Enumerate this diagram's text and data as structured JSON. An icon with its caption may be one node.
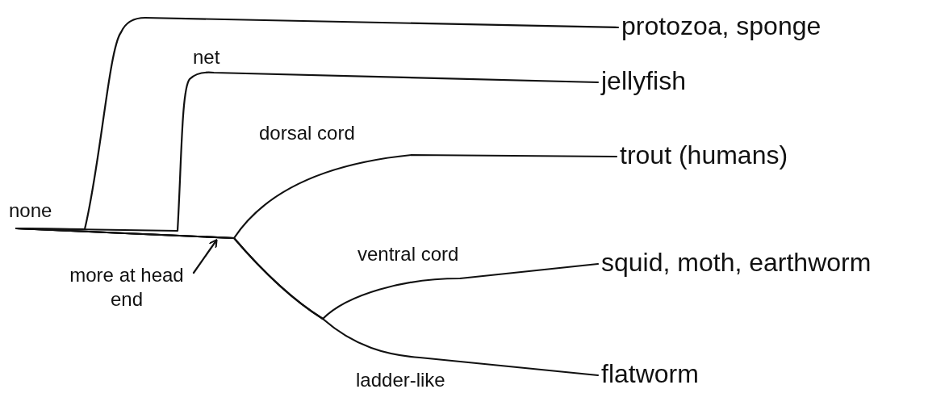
{
  "diagram": {
    "nodes": [
      {
        "text": [
          "protozoa, sponge"
        ]
      },
      {
        "text": [
          "jellyfish"
        ]
      },
      {
        "text": [
          "trout (humans)"
        ]
      },
      {
        "text": [
          "squid, moth, earthworm"
        ]
      },
      {
        "text": [
          "flatworm"
        ]
      },
      {
        "text": [
          "more at head end"
        ]
      }
    ],
    "edges": [
      {
        "from": null,
        "to": 0,
        "arrow": "none",
        "label": "none"
      },
      {
        "from": null,
        "to": 1,
        "arrow": "none",
        "label": "net"
      },
      {
        "from": null,
        "to": 2,
        "arrow": "none",
        "label": "dorsal cord"
      },
      {
        "from": null,
        "to": 3,
        "arrow": "none",
        "label": "ventral cord"
      },
      {
        "from": null,
        "to": 4,
        "arrow": "none",
        "label": "ladder-like"
      },
      {
        "from": 5,
        "to": null,
        "arrow": "to"
      }
    ]
  }
}
